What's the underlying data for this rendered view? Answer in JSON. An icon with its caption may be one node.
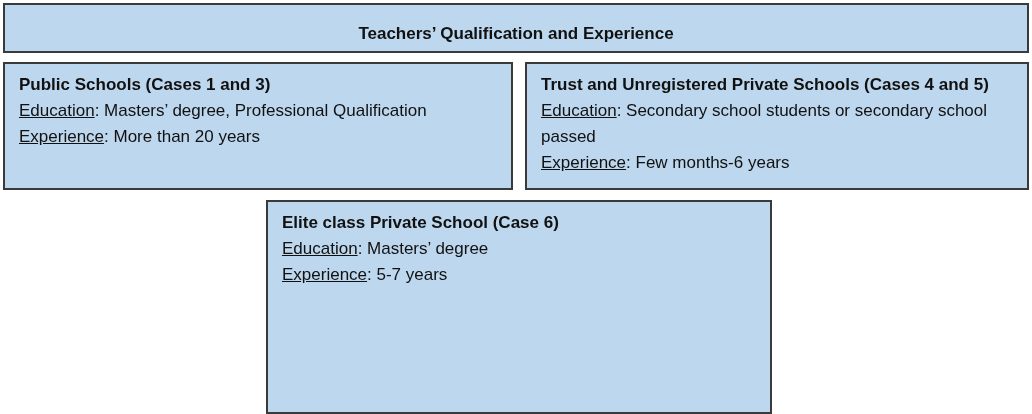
{
  "diagram": {
    "nodes": [
      {
        "text": [
          "Teachers’ Qualification and Experience"
        ]
      },
      {
        "text": [
          "Public Schools (Cases 1 and 3)",
          "Education: Masters’ degree, Professional Qualification",
          "Experience: More than 20 years"
        ]
      },
      {
        "text": [
          "Trust and Unregistered Private Schools (Cases 4 and 5)",
          "Education: Secondary school students or secondary school passed",
          "Experience: Few months-6 years"
        ]
      },
      {
        "text": [
          "Elite class Private School (Case 6)",
          "Education: Masters’ degree",
          "Experience: 5-7 years"
        ]
      }
    ]
  }
}
